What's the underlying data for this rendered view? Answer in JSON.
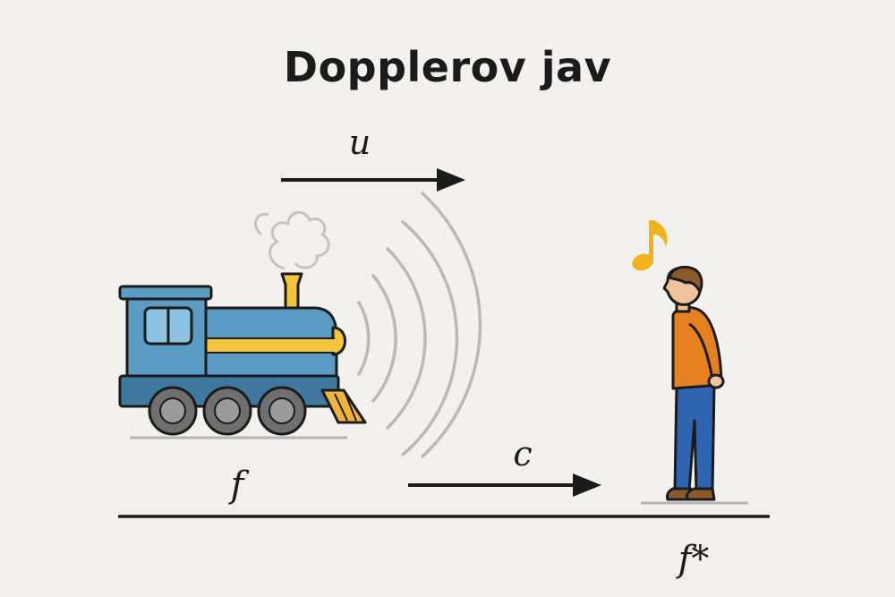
{
  "diagram": {
    "title": "Dopplerov jav",
    "labels": {
      "source_velocity": "u",
      "wave_speed": "c",
      "source_frequency": "f",
      "observed_frequency": "f*"
    },
    "icons": {
      "source": "train-icon",
      "observer": "person-icon",
      "sound": "music-note-icon"
    },
    "colors": {
      "train_body": "#5b9cc4",
      "train_dark": "#3f79a0",
      "stripe": "#f2c53d",
      "wheel": "#6f6f6f",
      "shirt": "#e5821f",
      "jeans": "#2f65b0",
      "note": "#f0b31c",
      "waves": "#b9b9b9",
      "ink": "#1b1b1b"
    }
  }
}
